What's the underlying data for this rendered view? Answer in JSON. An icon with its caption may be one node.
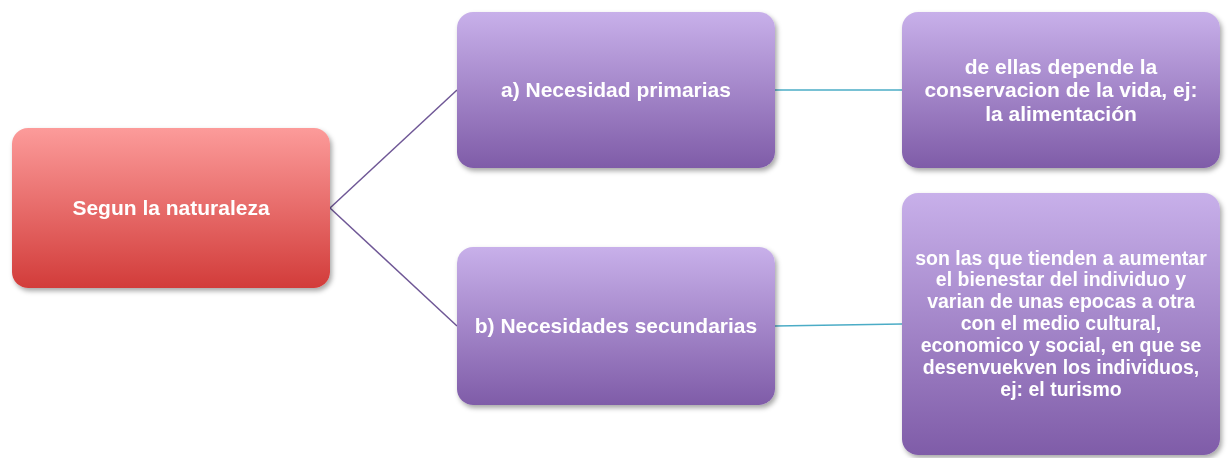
{
  "diagram": {
    "nodes": [
      {
        "text": [
          "Segun la naturaleza"
        ]
      },
      {
        "text": [
          "a) Necesidad primarias"
        ]
      },
      {
        "text": [
          "b) Necesidades secundarias"
        ]
      },
      {
        "text": [
          "de ellas depende la conservacion de la vida, ej: la alimentación"
        ]
      },
      {
        "text": [
          "son las que tienden a aumentar el bienestar del individuo y varian de unas epocas a otra con el medio cultural, economico y social, en que se desenvuekven los individuos, ej: el turismo"
        ]
      }
    ],
    "edges": [
      {
        "from": 0,
        "to": 1,
        "arrow": "none"
      },
      {
        "from": 0,
        "to": 2,
        "arrow": "none"
      },
      {
        "from": 1,
        "to": 3,
        "arrow": "none",
        "color": "#4bacc6"
      },
      {
        "from": 2,
        "to": 4,
        "arrow": "none",
        "color": "#4bacc6"
      }
    ]
  }
}
